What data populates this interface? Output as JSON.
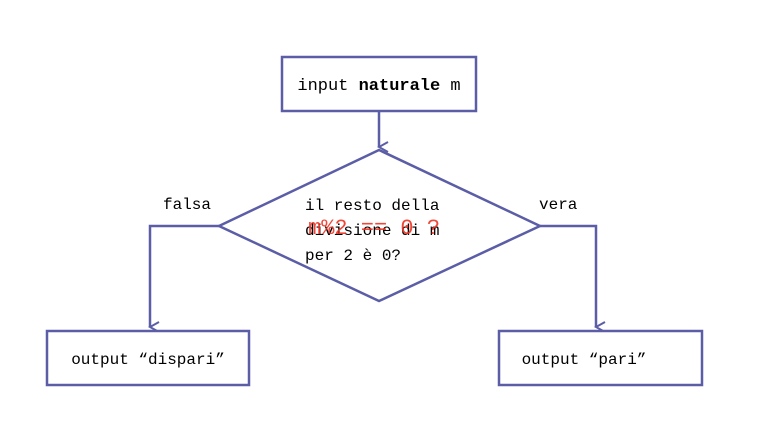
{
  "colors": {
    "stroke": "#5b5ea6",
    "text": "#000000",
    "overlay": "#ee3322",
    "background": "#ffffff"
  },
  "input_box": {
    "prefix": "input ",
    "bold": "naturale",
    "suffix": " m"
  },
  "decision": {
    "lines": [
      "il resto della",
      "divisione di m",
      "per 2 è 0?"
    ],
    "overlay": "m%2 == 0 ?"
  },
  "branch_labels": {
    "false": "falsa",
    "true": "vera"
  },
  "output_left": "output “dispari”",
  "output_right": "output “pari”"
}
